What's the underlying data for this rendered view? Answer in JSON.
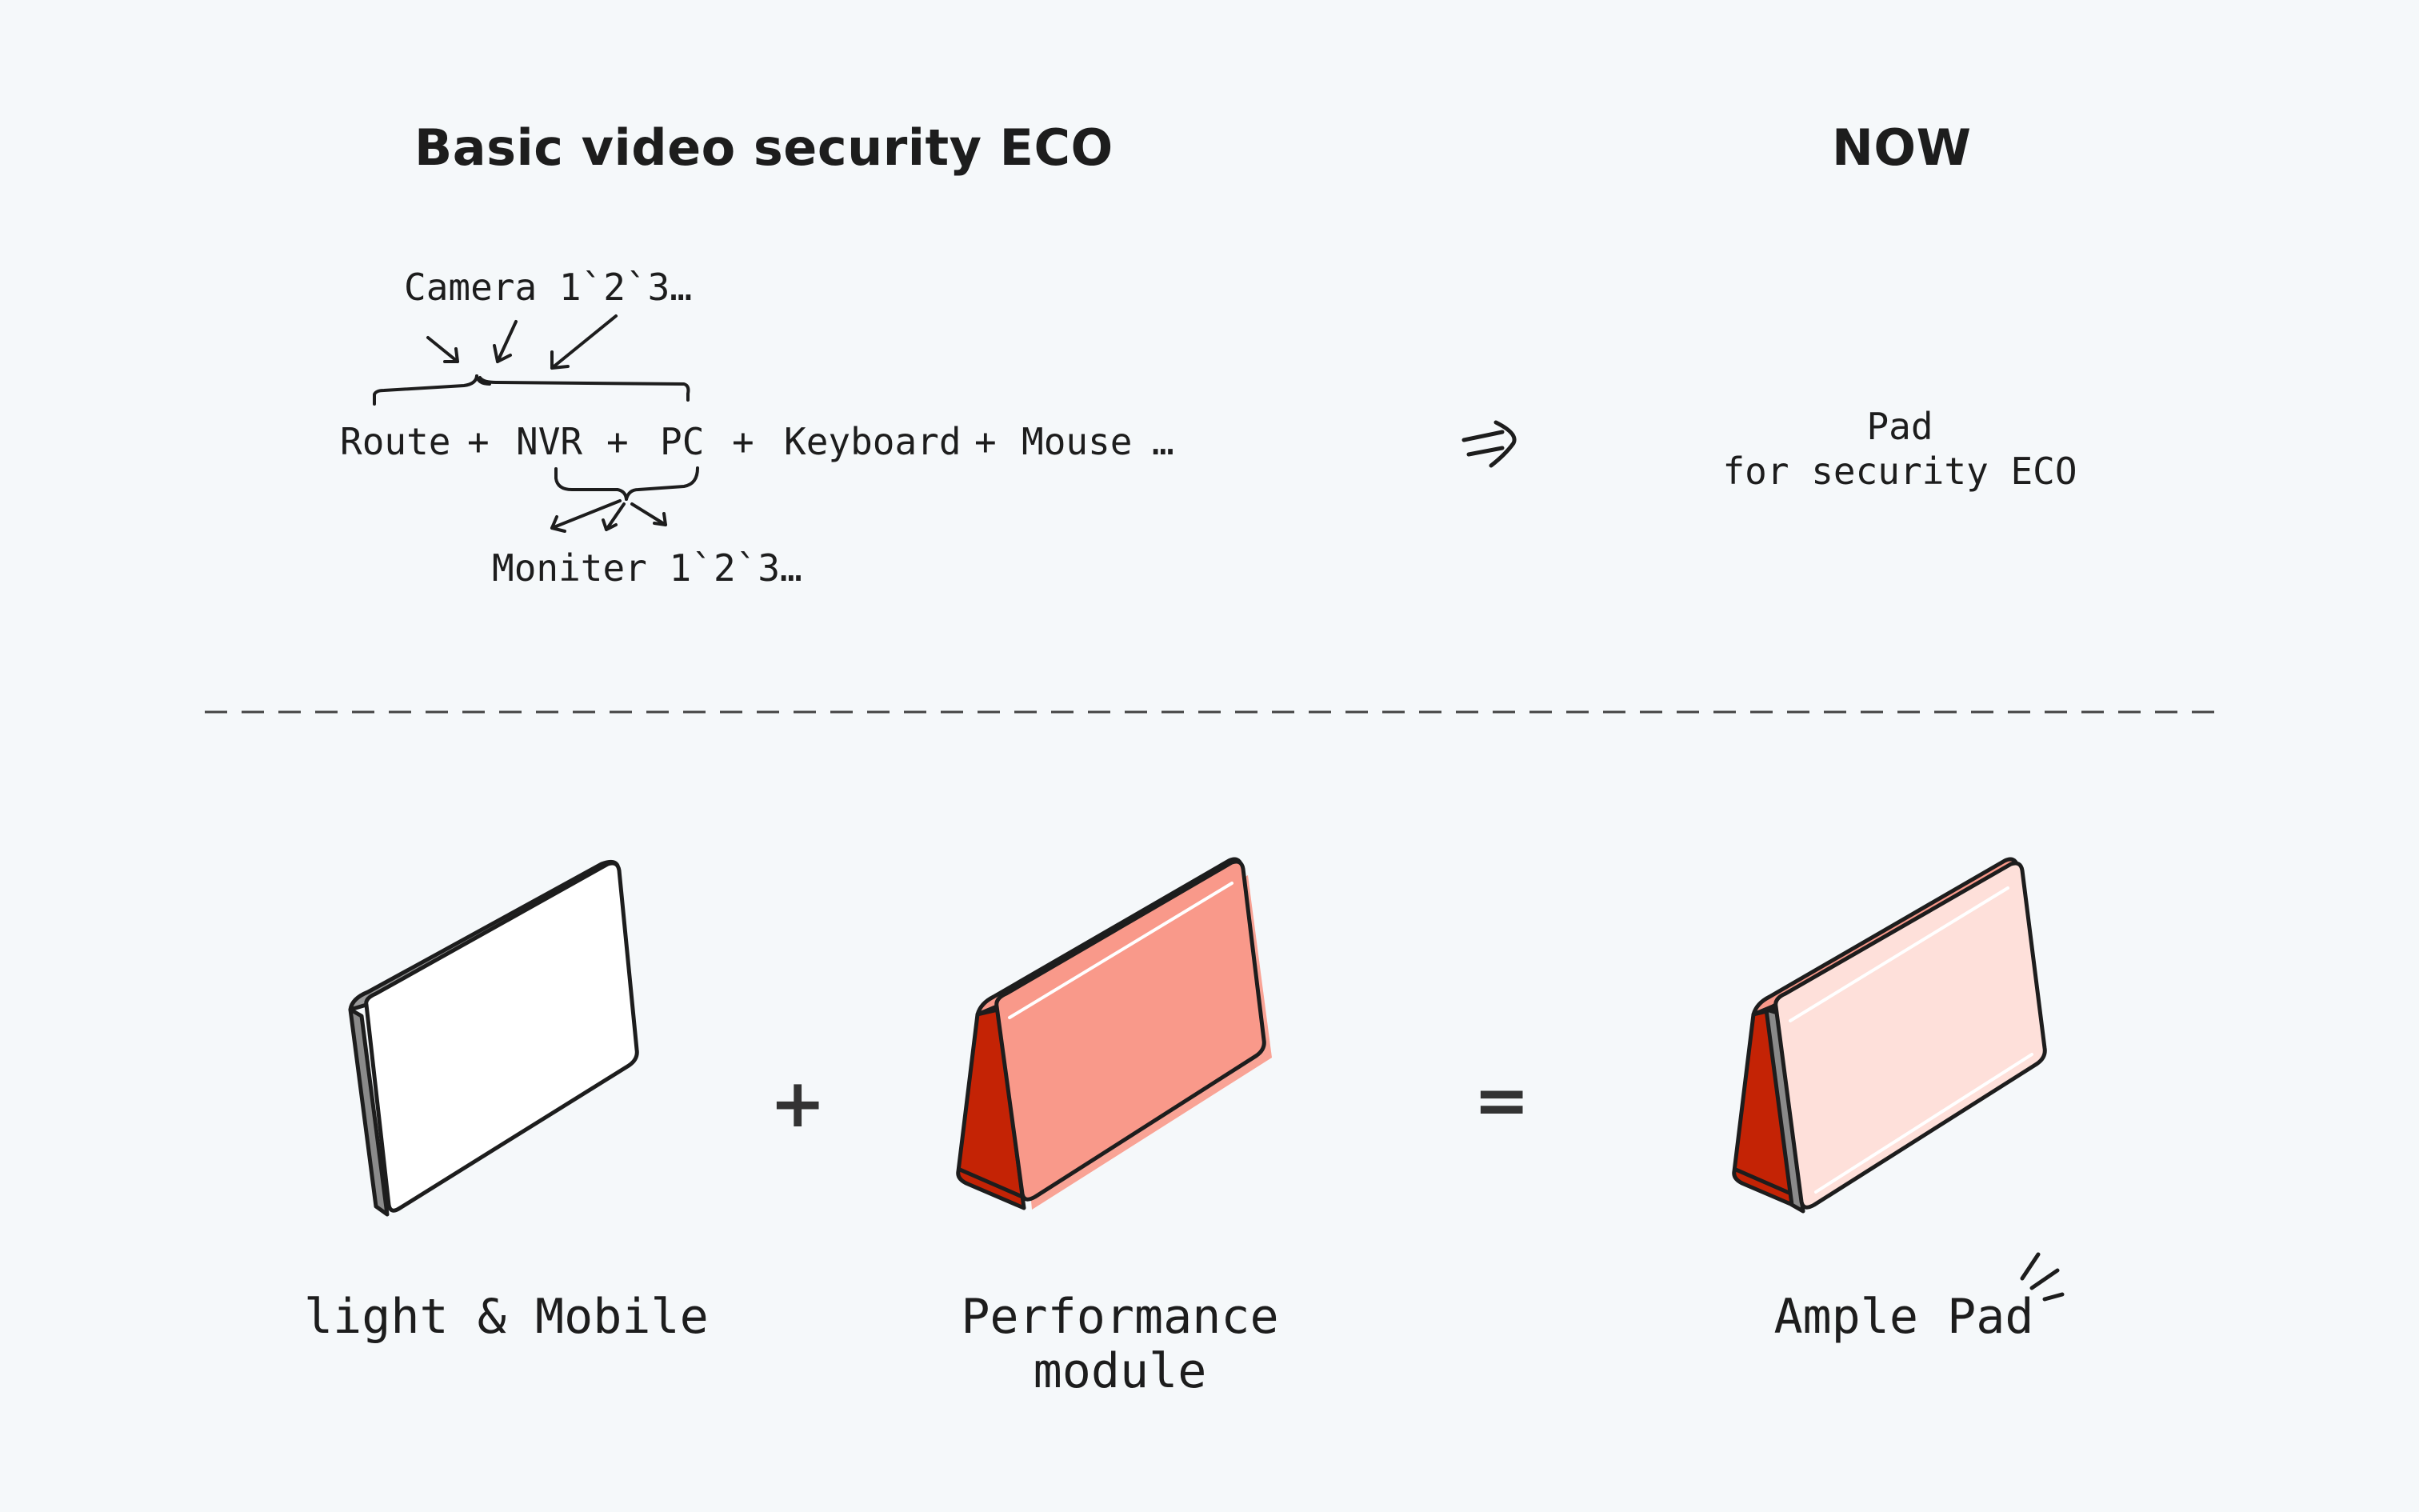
{
  "headings": {
    "left": "Basic video security ECO",
    "right": "NOW"
  },
  "diagram": {
    "camera_label": "Camera 1`2`3…",
    "chain": [
      "Route",
      "+",
      "NVR",
      "+",
      "PC",
      "+",
      "Keyboard",
      "+",
      "Mouse",
      "…"
    ],
    "monitor_label": "Moniter 1`2`3…",
    "arrow_glyph": "=>",
    "pad_label_line1": "Pad",
    "pad_label_line2": "for security ECO"
  },
  "products": {
    "light_label": "light & Mobile",
    "plus": "+",
    "performance_label_line1": "Performance",
    "performance_label_line2": "module",
    "equals": "=",
    "ample_label": "Ample Pad"
  },
  "colors": {
    "background": "#f5f8fa",
    "accent_red": "#c42305",
    "salmon": "#f9998a",
    "light_pink": "#fee0da",
    "ink": "#1d1d1d"
  }
}
